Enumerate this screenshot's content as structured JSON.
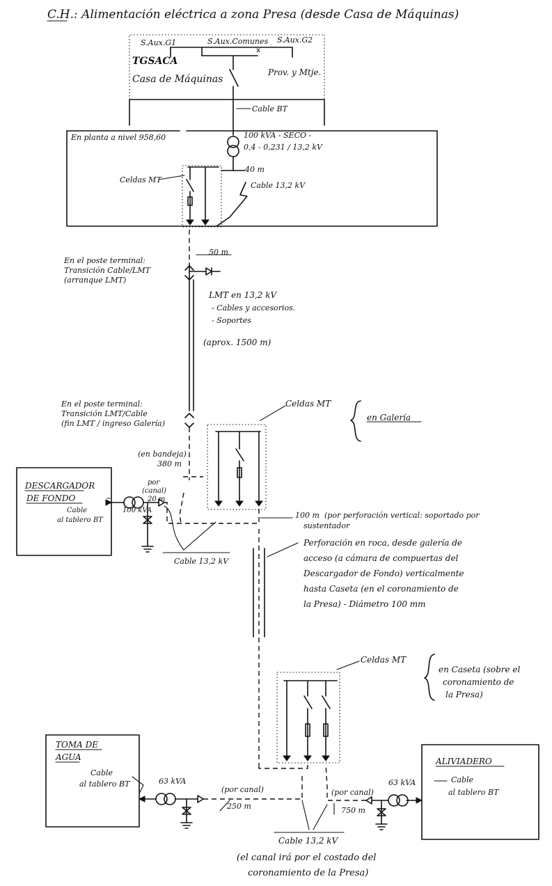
{
  "title": "C.H.: Alimentación eléctrica a zona Presa (desde Casa de Máquinas)",
  "top": {
    "sax_g1": "S.Aux.G1",
    "sax_comunes": "S.Aux.Comunes",
    "sax_g2": "S.Aux.G2",
    "company": "TGSACA",
    "casa_maquinas": "Casa de Máquinas",
    "prov_mtje": "Prov. y Mtje.",
    "cable_bt": "Cable BT"
  },
  "planta": {
    "nivel": "En planta a nivel 958,60",
    "trafo_line1": "100 kVA - SECO -",
    "trafo_line2": "0,4 - 0,231 / 13,2 kV",
    "dist_40m": "40 m",
    "celdas": "Celdas MT",
    "cable_132": "Cable 13,2 kV"
  },
  "poste1": {
    "dist_50m": "50 m",
    "line1": "En el poste terminal:",
    "line2": "Transición Cable/LMT",
    "line3": "(arranque LMT)"
  },
  "lmt": {
    "line1": "LMT en 13,2 kV",
    "line2": "- Cables y accesorios.",
    "line3": "- Soportes",
    "length": "(aprox. 1500 m)"
  },
  "poste2": {
    "line1": "En el poste terminal:",
    "line2": "Transición LMT/Cable",
    "line3": "(fin LMT / ingreso Galería)"
  },
  "galeria": {
    "celdas": "Celdas MT",
    "en_galeria": "en Galería",
    "bandeja1": "(en bandeja)",
    "bandeja2": "380 m",
    "canal1": "por",
    "canal2": "(canal)",
    "canal3": "20 m",
    "kva": "100 kVA",
    "cable_label": "Cable 13,2 kV",
    "dist_100m": "100 m",
    "vert1": "(por perforación vertical: soportado por",
    "vert2": "sustentador"
  },
  "descargador": {
    "title1": "DESCARGADOR",
    "title2": "DE FONDO",
    "cable1": "Cable",
    "cable2": "al tablero BT"
  },
  "perforacion": {
    "lines": [
      "Perforación en roca, desde galería de",
      "acceso (a cámara de compuertas del",
      "Descargador de Fondo) verticalmente",
      "hasta Caseta (en el coronamiento de",
      "la Presa) - Diámetro 100 mm"
    ]
  },
  "caseta": {
    "celdas": "Celdas MT",
    "en1": "en Caseta (sobre el",
    "en2": "coronamiento de",
    "en3": "la Presa)"
  },
  "toma": {
    "title1": "TOMA DE",
    "title2": "AGUA",
    "cable1": "Cable",
    "cable2": "al tablero BT",
    "kva": "63 kVA",
    "canal": "(por canal)",
    "dist": "250 m"
  },
  "aliviadero": {
    "title": "ALIVIADERO",
    "cable1": "Cable",
    "cable2": "al tablero BT",
    "kva": "63 kVA",
    "canal": "(por canal)",
    "dist": "750 m"
  },
  "bottom": {
    "cable": "Cable 13,2 kV",
    "note1": "(el canal irá por el costado del",
    "note2": "coronamiento de la Presa)"
  }
}
